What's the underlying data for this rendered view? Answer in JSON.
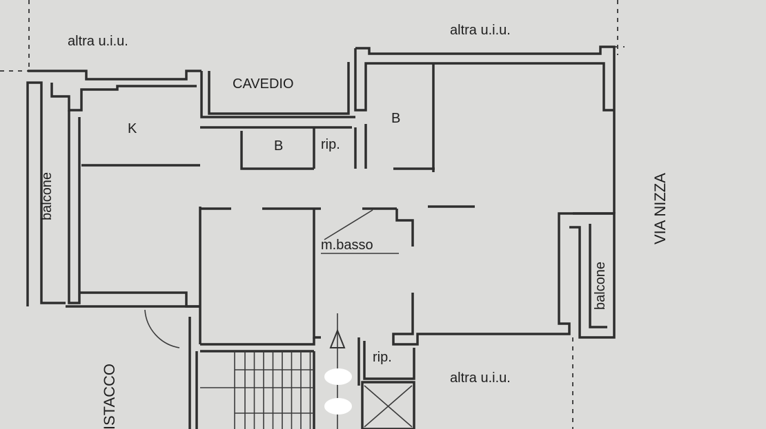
{
  "colors": {
    "paper": "#dcdcda",
    "ink": "#2e2e2e"
  },
  "labels": {
    "altra_top_left": "altra u.i.u.",
    "altra_top_right": "altra u.i.u.",
    "altra_bottom": "altra u.i.u.",
    "cavedio": "CAVEDIO",
    "kitchen": "K",
    "bath_1": "B",
    "bath_2": "B",
    "rip_1": "rip.",
    "rip_2": "rip.",
    "balcone_left": "balcone",
    "balcone_right": "balcone",
    "m_basso": "m.basso",
    "via_nizza": "VIA NIZZA",
    "distacco": "DISTACCO"
  }
}
